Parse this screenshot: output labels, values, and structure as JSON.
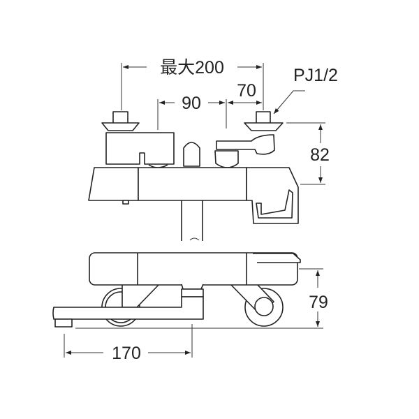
{
  "dimensions": {
    "max_width": "最大200",
    "inner_spacing": "90",
    "right_spacing": "70",
    "connection_label": "PJ1/2",
    "top_height": "82",
    "bottom_height": "79",
    "spout_length": "170"
  }
}
